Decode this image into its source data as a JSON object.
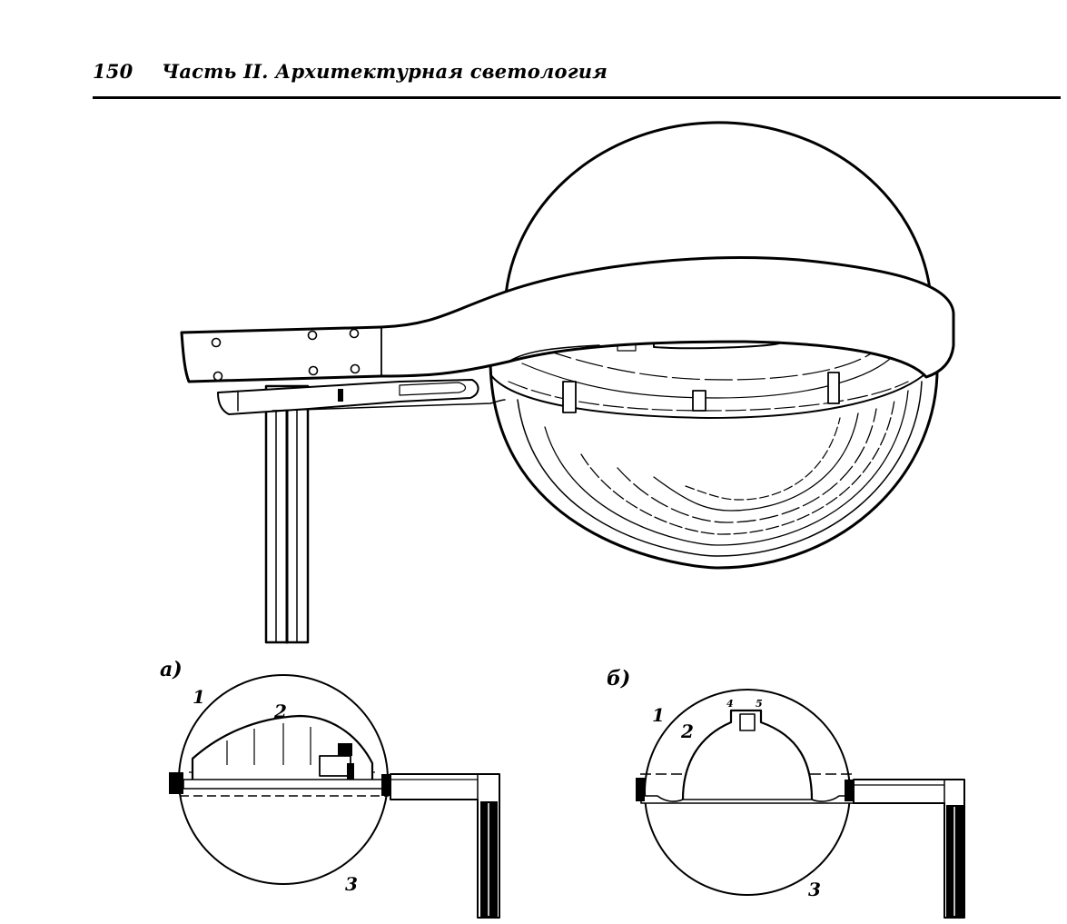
{
  "header": {
    "page_number": "150",
    "title": "Часть II. Архитектурная светология"
  },
  "figure": {
    "panel_a": {
      "label": "а)",
      "callouts": [
        "1",
        "2",
        "3"
      ]
    },
    "panel_b": {
      "label": "б)",
      "callouts": [
        "1",
        "2",
        "3",
        "4",
        "5"
      ]
    }
  }
}
